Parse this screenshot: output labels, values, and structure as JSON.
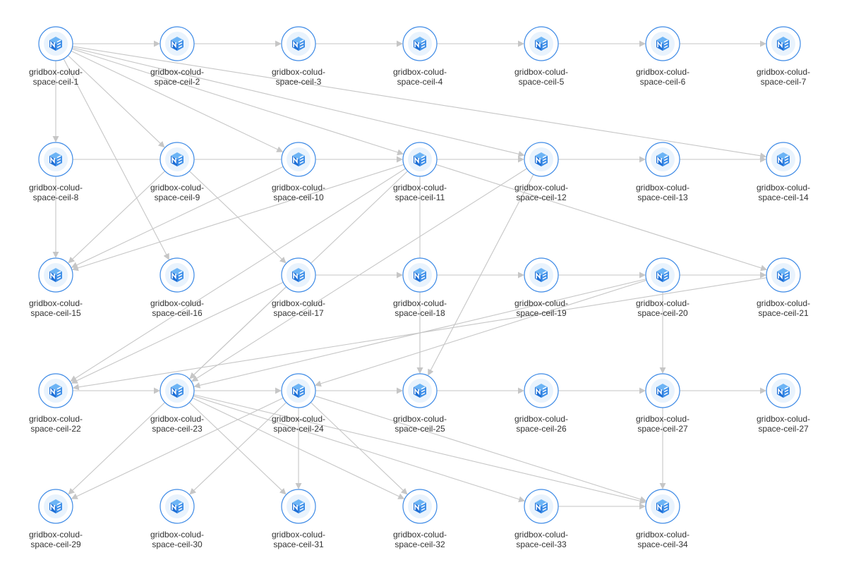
{
  "diagram": {
    "nodes": [
      {
        "id": "n1",
        "line1": "gridbox-colud-",
        "line2": "space-ceil-1"
      },
      {
        "id": "n2",
        "line1": "gridbox-colud-",
        "line2": "space-ceil-2"
      },
      {
        "id": "n3",
        "line1": "gridbox-colud-",
        "line2": "space-ceil-3"
      },
      {
        "id": "n4",
        "line1": "gridbox-colud-",
        "line2": "space-ceil-4"
      },
      {
        "id": "n5",
        "line1": "gridbox-colud-",
        "line2": "space-ceil-5"
      },
      {
        "id": "n6",
        "line1": "gridbox-colud-",
        "line2": "space-ceil-6"
      },
      {
        "id": "n7",
        "line1": "gridbox-colud-",
        "line2": "space-ceil-7"
      },
      {
        "id": "n8",
        "line1": "gridbox-colud-",
        "line2": "space-ceil-8"
      },
      {
        "id": "n9",
        "line1": "gridbox-colud-",
        "line2": "space-ceil-9"
      },
      {
        "id": "n10",
        "line1": "gridbox-colud-",
        "line2": "space-ceil-10"
      },
      {
        "id": "n11",
        "line1": "gridbox-colud-",
        "line2": "space-ceil-11"
      },
      {
        "id": "n12",
        "line1": "gridbox-colud-",
        "line2": "space-ceil-12"
      },
      {
        "id": "n13",
        "line1": "gridbox-colud-",
        "line2": "space-ceil-13"
      },
      {
        "id": "n14",
        "line1": "gridbox-colud-",
        "line2": "space-ceil-14"
      },
      {
        "id": "n15",
        "line1": "gridbox-colud-",
        "line2": "space-ceil-15"
      },
      {
        "id": "n16",
        "line1": "gridbox-colud-",
        "line2": "space-ceil-16"
      },
      {
        "id": "n17",
        "line1": "gridbox-colud-",
        "line2": "space-ceil-17"
      },
      {
        "id": "n18",
        "line1": "gridbox-colud-",
        "line2": "space-ceil-18"
      },
      {
        "id": "n19",
        "line1": "gridbox-colud-",
        "line2": "space-ceil-19"
      },
      {
        "id": "n20",
        "line1": "gridbox-colud-",
        "line2": "space-ceil-20"
      },
      {
        "id": "n21",
        "line1": "gridbox-colud-",
        "line2": "space-ceil-21"
      },
      {
        "id": "n22",
        "line1": "gridbox-colud-",
        "line2": "space-ceil-22"
      },
      {
        "id": "n23",
        "line1": "gridbox-colud-",
        "line2": "space-ceil-23"
      },
      {
        "id": "n24",
        "line1": "gridbox-colud-",
        "line2": "space-ceil-24"
      },
      {
        "id": "n25",
        "line1": "gridbox-colud-",
        "line2": "space-ceil-25"
      },
      {
        "id": "n26",
        "line1": "gridbox-colud-",
        "line2": "space-ceil-26"
      },
      {
        "id": "n27",
        "line1": "gridbox-colud-",
        "line2": "space-ceil-27"
      },
      {
        "id": "n28",
        "line1": "gridbox-colud-",
        "line2": "space-ceil-27"
      },
      {
        "id": "n29",
        "line1": "gridbox-colud-",
        "line2": "space-ceil-29"
      },
      {
        "id": "n30",
        "line1": "gridbox-colud-",
        "line2": "space-ceil-30"
      },
      {
        "id": "n31",
        "line1": "gridbox-colud-",
        "line2": "space-ceil-31"
      },
      {
        "id": "n32",
        "line1": "gridbox-colud-",
        "line2": "space-ceil-32"
      },
      {
        "id": "n33",
        "line1": "gridbox-colud-",
        "line2": "space-ceil-33"
      },
      {
        "id": "n34",
        "line1": "gridbox-colud-",
        "line2": "space-ceil-34"
      }
    ],
    "edges": [
      [
        "n1",
        "n2"
      ],
      [
        "n2",
        "n3"
      ],
      [
        "n3",
        "n4"
      ],
      [
        "n4",
        "n5"
      ],
      [
        "n5",
        "n6"
      ],
      [
        "n6",
        "n7"
      ],
      [
        "n1",
        "n8"
      ],
      [
        "n1",
        "n9"
      ],
      [
        "n1",
        "n10"
      ],
      [
        "n1",
        "n11"
      ],
      [
        "n1",
        "n12"
      ],
      [
        "n1",
        "n14"
      ],
      [
        "n1",
        "n16"
      ],
      [
        "n8",
        "n15"
      ],
      [
        "n8",
        "n11"
      ],
      [
        "n9",
        "n15"
      ],
      [
        "n9",
        "n17"
      ],
      [
        "n10",
        "n15"
      ],
      [
        "n11",
        "n12"
      ],
      [
        "n11",
        "n15"
      ],
      [
        "n11",
        "n22"
      ],
      [
        "n11",
        "n23"
      ],
      [
        "n11",
        "n21"
      ],
      [
        "n11",
        "n25"
      ],
      [
        "n12",
        "n13"
      ],
      [
        "n12",
        "n23"
      ],
      [
        "n12",
        "n25"
      ],
      [
        "n13",
        "n14"
      ],
      [
        "n17",
        "n18"
      ],
      [
        "n17",
        "n22"
      ],
      [
        "n17",
        "n23"
      ],
      [
        "n18",
        "n19"
      ],
      [
        "n18",
        "n25"
      ],
      [
        "n18",
        "n21"
      ],
      [
        "n19",
        "n20"
      ],
      [
        "n20",
        "n21"
      ],
      [
        "n20",
        "n27"
      ],
      [
        "n20",
        "n23"
      ],
      [
        "n20",
        "n24"
      ],
      [
        "n21",
        "n22"
      ],
      [
        "n22",
        "n23"
      ],
      [
        "n23",
        "n24"
      ],
      [
        "n23",
        "n29"
      ],
      [
        "n23",
        "n31"
      ],
      [
        "n23",
        "n32"
      ],
      [
        "n23",
        "n33"
      ],
      [
        "n23",
        "n34"
      ],
      [
        "n24",
        "n25"
      ],
      [
        "n24",
        "n29"
      ],
      [
        "n24",
        "n30"
      ],
      [
        "n24",
        "n31"
      ],
      [
        "n24",
        "n32"
      ],
      [
        "n24",
        "n34"
      ],
      [
        "n25",
        "n26"
      ],
      [
        "n26",
        "n27"
      ],
      [
        "n27",
        "n28"
      ],
      [
        "n27",
        "n34"
      ],
      [
        "n33",
        "n34"
      ]
    ],
    "colors": {
      "ring": "#3d8ae6",
      "inner": "#e9f3fd",
      "logo_dark": "#1e6fd6",
      "logo_light": "#6cb4f5",
      "edge": "#c6c6c6",
      "label": "#333333"
    },
    "icon": "cube-logo-icon"
  }
}
